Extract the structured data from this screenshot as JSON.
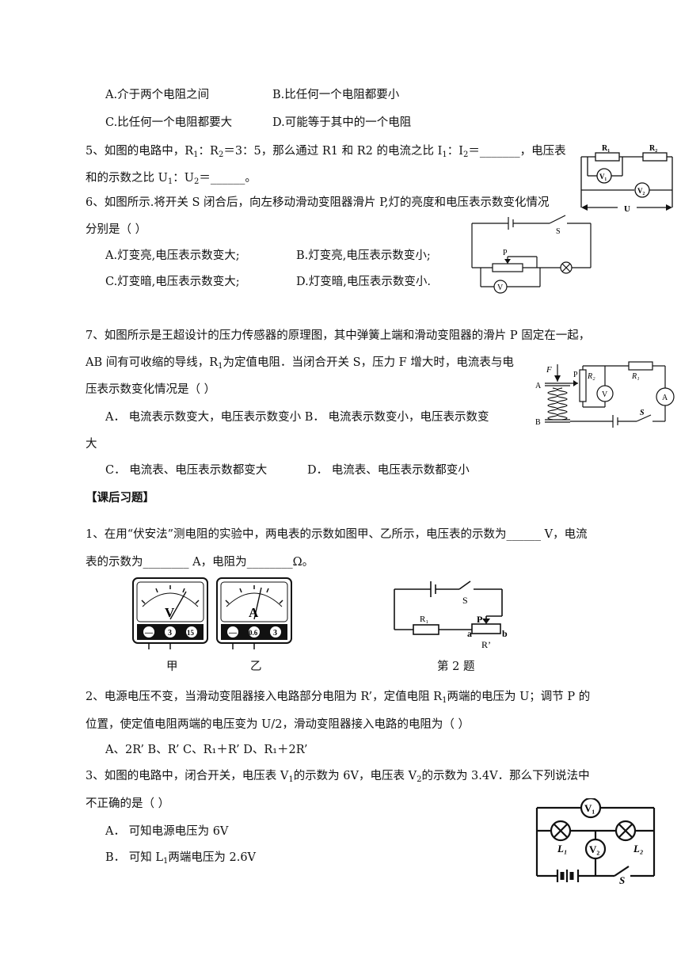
{
  "q4_options": {
    "a": "A.介于两个电阻之间",
    "b": "B.比任何一个电阻都要小",
    "c": "C.比任何一个电阻都要大",
    "d": "D.可能等于其中的一个电阻"
  },
  "q5": {
    "line1_start": "5、如图的电路中，R",
    "line1_r1_sub": "1",
    "line1_mid1": "：R",
    "line1_r2_sub": "2",
    "line1_mid2": "＝3：5，那么通过 R1 和 R2 的电流之比 I",
    "line1_i1_sub": "1",
    "line1_mid3": "：I",
    "line1_i2_sub": "2",
    "line1_end": "＝_______，电压表",
    "line2_start": "和的示数之比 U",
    "line2_u1_sub": "1",
    "line2_mid": "：U",
    "line2_u2_sub": "2",
    "line2_end": "＝______。",
    "fig": {
      "r1": "R₁",
      "r2": "R₂",
      "v1": "V₁",
      "v2": "V₂",
      "u": "U"
    }
  },
  "q6": {
    "line1": "6、如图所示.将开关 S 闭合后，向左移动滑动变阻器滑片 P,灯的亮度和电压表示数变化情况",
    "line2": "分别是（      ）",
    "a": "A.灯变亮,电压表示数变大;",
    "b": "B.灯变亮,电压表示数变小;",
    "c": "C.灯变暗,电压表示数变大;",
    "d": "D.灯变暗,电压表示数变小.",
    "fig": {
      "s": "S",
      "p": "P",
      "v": "V"
    }
  },
  "q7": {
    "line1": "7、如图所示是王超设计的压力传感器的原理图，其中弹簧上端和滑动变阻器的滑片 P 固定在一起，",
    "line2_start": "AB 间有可收缩的导线，R",
    "line2_sub": "1",
    "line2_end": "为定值电阻．当闭合开关 S，压力 F 增大时，电流表与电",
    "line3": "压表示数变化情况是（      ）",
    "ab": "A．  电流表示数变大，电压表示数变小    B．  电流表示数变小，电压表示数变",
    "ab_wrap": "大",
    "c": "C．  电流表、电压表示数都变大",
    "d": "D．  电流表、电压表示数都变小",
    "fig": {
      "f": "F",
      "a": "A",
      "b": "B",
      "p": "P",
      "r2": "R₂",
      "r1": "R₁",
      "v": "V",
      "am": "A",
      "s": "S"
    }
  },
  "section_title": "【课后习题】",
  "h1": {
    "line1": "1、在用“伏安法”测电阻的实验中，两电表的示数如图甲、乙所示，电压表的示数为______ V，电流",
    "line2": "表的示数为________ A，电阻为________Ω。",
    "meter_v": {
      "letter": "V",
      "terminals": [
        "—",
        "3",
        "15"
      ],
      "caption": "甲"
    },
    "meter_a": {
      "letter": "A",
      "terminals": [
        "—",
        "0.6",
        "3"
      ],
      "caption": "乙"
    },
    "fig2": {
      "s": "S",
      "r1": "R₁",
      "p": "P",
      "a": "a",
      "b": "b",
      "rp": "R’",
      "caption": "第 2 题"
    }
  },
  "h2": {
    "line1_start": "2、电源电压不变，当滑动变阻器接入电路部分电阻为 R’，定值电阻 R",
    "line1_sub": "1",
    "line1_end": "两端的电压为 U；调节 P 的",
    "line2": "位置，使定值电阻两端的电压变为 U/2，滑动变阻器接入电路的电阻为（      ）",
    "options": "A、2R’           B、R’         C、R₁＋R’          D、R₁＋2R’"
  },
  "h3": {
    "line1_start": "3、如图的电路中，闭合开关，电压表 V",
    "line1_sub1": "1",
    "line1_mid": "的示数为 6V，电压表 V",
    "line1_sub2": "2",
    "line1_end": "的示数为 3.4V．那么下列说法中",
    "line2": "不正确的是（      ）",
    "a": "A．  可知电源电压为 6V",
    "b_start": "B．  可知 L",
    "b_sub": "1",
    "b_end": "两端电压为 2.6V",
    "fig": {
      "v1": "V₁",
      "v2": "V₂",
      "l1": "L₁",
      "l2": "L₂",
      "s": "S"
    }
  }
}
